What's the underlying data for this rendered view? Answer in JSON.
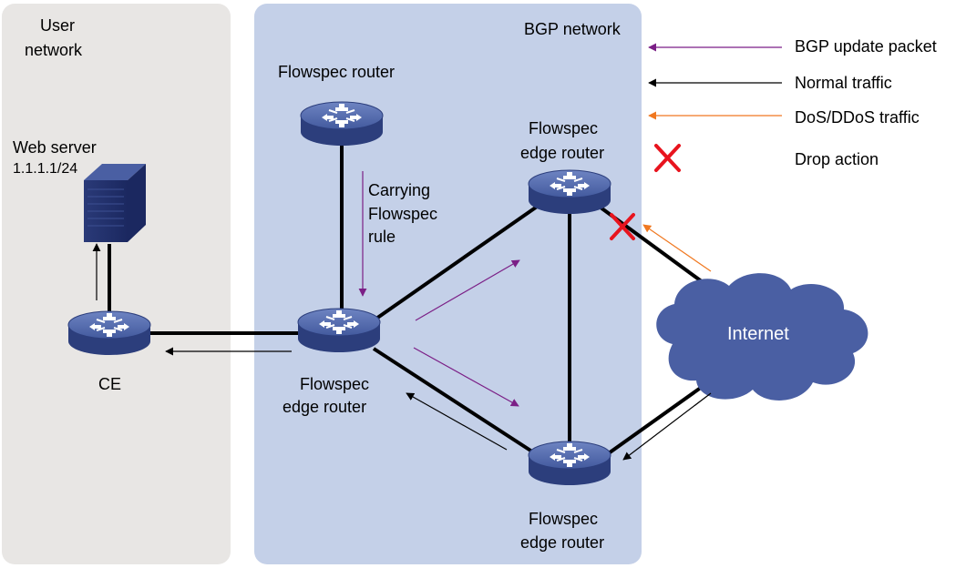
{
  "regions": {
    "user_network": [
      "User",
      "network"
    ],
    "bgp_network": "BGP network"
  },
  "legend": {
    "bgp_update": "BGP update packet",
    "normal": "Normal traffic",
    "dos": "DoS/DDoS traffic",
    "drop": "Drop action"
  },
  "nodes": {
    "web_server": [
      "Web server",
      "1.1.1.1/24"
    ],
    "ce": "CE",
    "flowspec_router": "Flowspec router",
    "center_edge": [
      "Flowspec",
      "edge router"
    ],
    "top_edge": [
      "Flowspec",
      "edge router"
    ],
    "bottom_edge": [
      "Flowspec",
      "edge router"
    ],
    "internet": "Internet"
  },
  "annotations": {
    "carrying": [
      "Carrying",
      "Flowspec",
      "rule"
    ]
  },
  "colors": {
    "bgp_update": "#7b1f86",
    "normal": "#000000",
    "dos": "#f07820",
    "drop": "#e8141e",
    "router_top": "#4d64a4",
    "router_side": "#2c3e7c",
    "user_bg": "#e8e6e4",
    "bgp_bg": "#c4d0e8",
    "cloud": "#4a5fa3"
  }
}
